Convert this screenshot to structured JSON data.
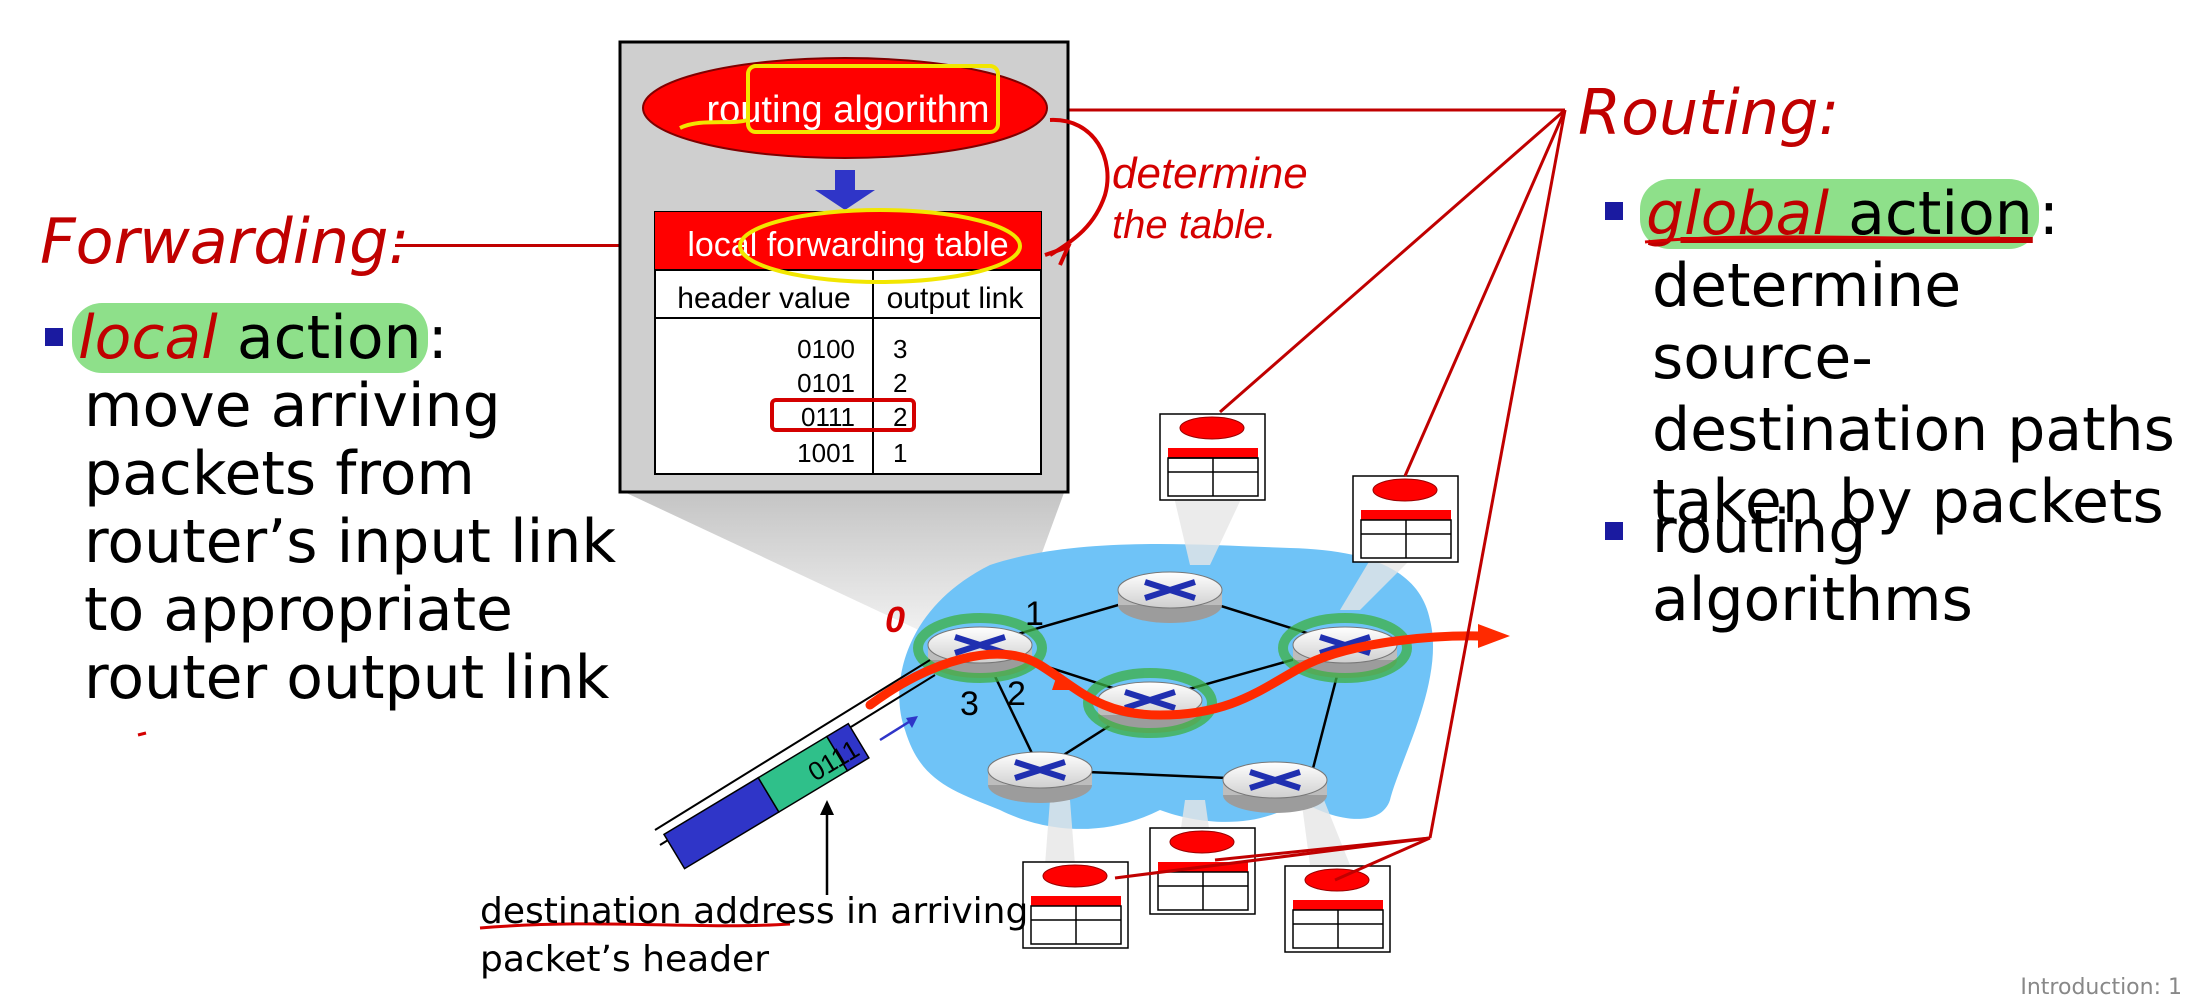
{
  "forwarding": {
    "title": "Forwarding:",
    "emph": "local",
    "rest_head": " action",
    "colon": ":",
    "lines": [
      "move arriving",
      "packets from",
      "router’s input link",
      "to appropriate",
      "router output link"
    ]
  },
  "routing": {
    "title": "Routing:",
    "bullet1_emph": "global",
    "bullet1_rest": " action",
    "colon": ":",
    "bullet1_lines": [
      "determine source-",
      "destination paths",
      "taken by packets"
    ],
    "bullet2": "routing algorithms"
  },
  "router_box": {
    "algorithm_label": "routing algorithm",
    "table_title": "local forwarding table",
    "col_header_value": "header value",
    "col_output_link": "output link",
    "rows": [
      {
        "value": "0100",
        "link": "3"
      },
      {
        "value": "0101",
        "link": "2"
      },
      {
        "value": "0111",
        "link": "2"
      },
      {
        "value": "1001",
        "link": "1"
      }
    ]
  },
  "annotation": {
    "line1": "determine",
    "line2": "the table."
  },
  "network": {
    "port_labels": [
      "1",
      "2",
      "3"
    ],
    "port_zero": "0",
    "packet_header": "0111"
  },
  "caption": {
    "line1_underlined": "destination address",
    "line1_rest": " in arriving",
    "line2": "packet’s header"
  },
  "footer": "Introduction: 1",
  "colors": {
    "red": "#c00000",
    "accent_red": "#ff0000",
    "blue_cloud": "#6fc3f7",
    "highlight_green": "#8ee08a",
    "bullet_blue": "#1a1aa0"
  }
}
